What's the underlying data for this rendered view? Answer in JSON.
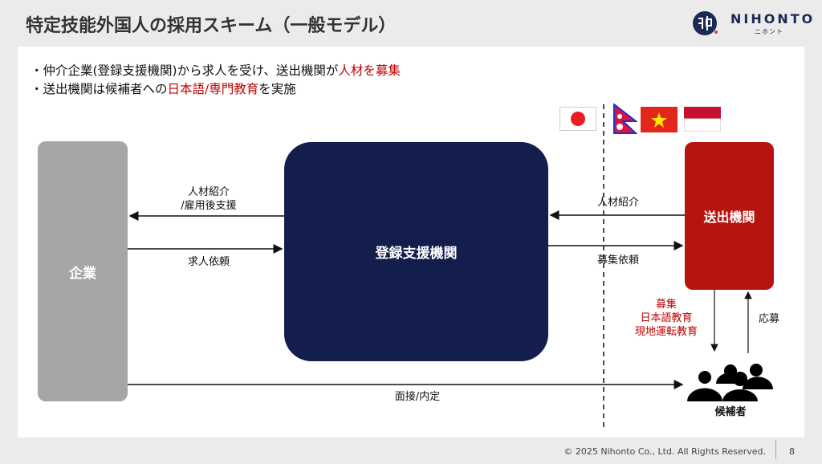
{
  "title": "特定技能外国人の採用スキーム（一般モデル）",
  "logo": {
    "name": "NIHONTO",
    "sub": "ニホント"
  },
  "bullets": [
    {
      "pre": "・仲介企業(登録支援機関)から求人を受け、送出機関が",
      "hl": "人材を募集",
      "post": ""
    },
    {
      "pre": "・送出機関は候補者への",
      "hl": "日本語/専門教育",
      "post": "を実施"
    }
  ],
  "flags": [
    "japan",
    "nepal",
    "vietnam",
    "indonesia"
  ],
  "boxes": {
    "company": "企業",
    "agency": "登録支援機関",
    "sender": "送出機関"
  },
  "arrows": {
    "referral_left": "人材紹介\n/雇用後支援",
    "job_request": "求人依頼",
    "referral_right": "人材紹介",
    "recruit_request": "募集依頼",
    "interview": "面接/内定",
    "apply": "応募",
    "education": "募集\n日本語教育\n現地運転教育"
  },
  "candidates": "候補者",
  "colors": {
    "navy": "#141e4d",
    "red": "#b5140f",
    "gray": "#a6a6a6"
  },
  "footer": "© 2025 Nihonto Co., Ltd. All Rights Reserved.",
  "page": "8"
}
